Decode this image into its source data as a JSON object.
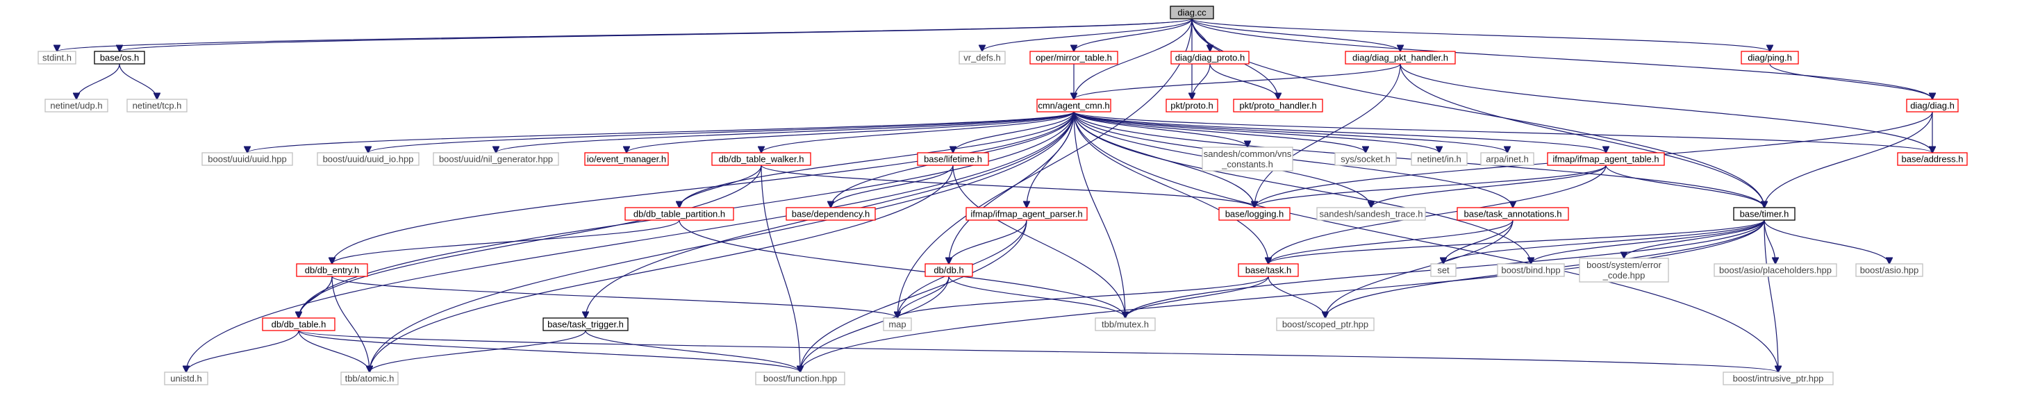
{
  "graph": {
    "nodes": [
      {
        "id": "diag_cc",
        "label": "diag.cc",
        "style": "root"
      },
      {
        "id": "stdint",
        "label": "stdint.h",
        "style": "gray"
      },
      {
        "id": "os",
        "label": "base/os.h",
        "style": "black"
      },
      {
        "id": "vr_defs",
        "label": "vr_defs.h",
        "style": "gray"
      },
      {
        "id": "mirror_table",
        "label": "oper/mirror_table.h",
        "style": "red"
      },
      {
        "id": "diag_proto",
        "label": "diag/diag_proto.h",
        "style": "red"
      },
      {
        "id": "diag_pkt_handler",
        "label": "diag/diag_pkt_handler.h",
        "style": "red"
      },
      {
        "id": "ping",
        "label": "diag/ping.h",
        "style": "red"
      },
      {
        "id": "netinet_udp",
        "label": "netinet/udp.h",
        "style": "gray"
      },
      {
        "id": "netinet_tcp",
        "label": "netinet/tcp.h",
        "style": "gray"
      },
      {
        "id": "agent_cmn",
        "label": "cmn/agent_cmn.h",
        "style": "red"
      },
      {
        "id": "pkt_proto",
        "label": "pkt/proto.h",
        "style": "red"
      },
      {
        "id": "proto_handler",
        "label": "pkt/proto_handler.h",
        "style": "red"
      },
      {
        "id": "diag_h",
        "label": "diag/diag.h",
        "style": "red"
      },
      {
        "id": "uuid",
        "label": "boost/uuid/uuid.hpp",
        "style": "gray"
      },
      {
        "id": "uuid_io",
        "label": "boost/uuid/uuid_io.hpp",
        "style": "gray"
      },
      {
        "id": "nil_gen",
        "label": "boost/uuid/nil_generator.hpp",
        "style": "gray"
      },
      {
        "id": "event_manager",
        "label": "io/event_manager.h",
        "style": "red"
      },
      {
        "id": "db_table_walker",
        "label": "db/db_table_walker.h",
        "style": "red"
      },
      {
        "id": "lifetime",
        "label": "base/lifetime.h",
        "style": "red"
      },
      {
        "id": "vns_constants",
        "label": "sandesh/common/vns\n_constants.h",
        "style": "gray"
      },
      {
        "id": "socket",
        "label": "sys/socket.h",
        "style": "gray"
      },
      {
        "id": "netinet_in",
        "label": "netinet/in.h",
        "style": "gray"
      },
      {
        "id": "arpa_inet",
        "label": "arpa/inet.h",
        "style": "gray"
      },
      {
        "id": "ifmap_agent_table",
        "label": "ifmap/ifmap_agent_table.h",
        "style": "red"
      },
      {
        "id": "address",
        "label": "base/address.h",
        "style": "red"
      },
      {
        "id": "logging",
        "label": "base/logging.h",
        "style": "red"
      },
      {
        "id": "sandesh_trace",
        "label": "sandesh/sandesh_trace.h",
        "style": "gray"
      },
      {
        "id": "timer",
        "label": "base/timer.h",
        "style": "black"
      },
      {
        "id": "db_table_partition",
        "label": "db/db_table_partition.h",
        "style": "red"
      },
      {
        "id": "dependency",
        "label": "base/dependency.h",
        "style": "red"
      },
      {
        "id": "ifmap_agent_parser",
        "label": "ifmap/ifmap_agent_parser.h",
        "style": "red"
      },
      {
        "id": "task_annotations",
        "label": "base/task_annotations.h",
        "style": "red"
      },
      {
        "id": "db_entry",
        "label": "db/db_entry.h",
        "style": "red"
      },
      {
        "id": "db_h",
        "label": "db/db.h",
        "style": "red"
      },
      {
        "id": "task",
        "label": "base/task.h",
        "style": "red"
      },
      {
        "id": "set",
        "label": "set",
        "style": "gray"
      },
      {
        "id": "bind",
        "label": "boost/bind.hpp",
        "style": "gray"
      },
      {
        "id": "error_code",
        "label": "boost/system/error\n_code.hpp",
        "style": "gray"
      },
      {
        "id": "placeholders",
        "label": "boost/asio/placeholders.hpp",
        "style": "gray"
      },
      {
        "id": "asio",
        "label": "boost/asio.hpp",
        "style": "gray"
      },
      {
        "id": "db_table",
        "label": "db/db_table.h",
        "style": "red"
      },
      {
        "id": "map",
        "label": "map",
        "style": "gray"
      },
      {
        "id": "task_trigger",
        "label": "base/task_trigger.h",
        "style": "black"
      },
      {
        "id": "tbb_mutex",
        "label": "tbb/mutex.h",
        "style": "gray"
      },
      {
        "id": "scoped_ptr",
        "label": "boost/scoped_ptr.hpp",
        "style": "gray"
      },
      {
        "id": "unistd",
        "label": "unistd.h",
        "style": "gray"
      },
      {
        "id": "tbb_atomic",
        "label": "tbb/atomic.h",
        "style": "gray"
      },
      {
        "id": "function",
        "label": "boost/function.hpp",
        "style": "gray"
      },
      {
        "id": "intrusive_ptr",
        "label": "boost/intrusive_ptr.hpp",
        "style": "gray"
      }
    ],
    "edges": [
      [
        "diag_cc",
        "stdint"
      ],
      [
        "diag_cc",
        "os"
      ],
      [
        "diag_cc",
        "vr_defs"
      ],
      [
        "diag_cc",
        "mirror_table"
      ],
      [
        "diag_cc",
        "diag_proto"
      ],
      [
        "diag_cc",
        "diag_pkt_handler"
      ],
      [
        "diag_cc",
        "ping"
      ],
      [
        "diag_cc",
        "agent_cmn"
      ],
      [
        "diag_cc",
        "pkt_proto"
      ],
      [
        "diag_cc",
        "proto_handler"
      ],
      [
        "diag_cc",
        "diag_h"
      ],
      [
        "diag_cc",
        "timer"
      ],
      [
        "diag_cc",
        "map"
      ],
      [
        "os",
        "netinet_udp"
      ],
      [
        "os",
        "netinet_tcp"
      ],
      [
        "mirror_table",
        "agent_cmn"
      ],
      [
        "diag_proto",
        "pkt_proto"
      ],
      [
        "diag_proto",
        "proto_handler"
      ],
      [
        "diag_pkt_handler",
        "agent_cmn"
      ],
      [
        "diag_pkt_handler",
        "address"
      ],
      [
        "diag_pkt_handler",
        "logging"
      ],
      [
        "diag_pkt_handler",
        "timer"
      ],
      [
        "ping",
        "diag_h"
      ],
      [
        "diag_h",
        "address"
      ],
      [
        "diag_h",
        "timer"
      ],
      [
        "diag_h",
        "logging"
      ],
      [
        "agent_cmn",
        "unistd"
      ],
      [
        "agent_cmn",
        "tbb_atomic"
      ],
      [
        "agent_cmn",
        "uuid"
      ],
      [
        "agent_cmn",
        "uuid_io"
      ],
      [
        "agent_cmn",
        "nil_gen"
      ],
      [
        "agent_cmn",
        "event_manager"
      ],
      [
        "agent_cmn",
        "db_table_walker"
      ],
      [
        "agent_cmn",
        "lifetime"
      ],
      [
        "agent_cmn",
        "vns_constants"
      ],
      [
        "agent_cmn",
        "socket"
      ],
      [
        "agent_cmn",
        "netinet_in"
      ],
      [
        "agent_cmn",
        "arpa_inet"
      ],
      [
        "agent_cmn",
        "ifmap_agent_table"
      ],
      [
        "agent_cmn",
        "address"
      ],
      [
        "agent_cmn",
        "logging"
      ],
      [
        "agent_cmn",
        "sandesh_trace"
      ],
      [
        "agent_cmn",
        "db_table_partition"
      ],
      [
        "agent_cmn",
        "dependency"
      ],
      [
        "agent_cmn",
        "ifmap_agent_parser"
      ],
      [
        "agent_cmn",
        "task_annotations"
      ],
      [
        "agent_cmn",
        "db_entry"
      ],
      [
        "agent_cmn",
        "db_h"
      ],
      [
        "agent_cmn",
        "task"
      ],
      [
        "agent_cmn",
        "tbb_mutex"
      ],
      [
        "agent_cmn",
        "bind"
      ],
      [
        "agent_cmn",
        "db_table"
      ],
      [
        "agent_cmn",
        "task_trigger"
      ],
      [
        "agent_cmn",
        "timer"
      ],
      [
        "agent_cmn",
        "intrusive_ptr"
      ],
      [
        "db_table_walker",
        "db_table_partition"
      ],
      [
        "db_table_walker",
        "db_table"
      ],
      [
        "db_table_walker",
        "logging"
      ],
      [
        "db_table_walker",
        "function"
      ],
      [
        "lifetime",
        "dependency"
      ],
      [
        "lifetime",
        "tbb_mutex"
      ],
      [
        "lifetime",
        "tbb_atomic"
      ],
      [
        "ifmap_agent_table",
        "logging"
      ],
      [
        "ifmap_agent_table",
        "sandesh_trace"
      ],
      [
        "ifmap_agent_table",
        "timer"
      ],
      [
        "ifmap_agent_table",
        "task"
      ],
      [
        "db_table_partition",
        "db_entry"
      ],
      [
        "db_table_partition",
        "tbb_mutex"
      ],
      [
        "ifmap_agent_parser",
        "db_h"
      ],
      [
        "ifmap_agent_parser",
        "map"
      ],
      [
        "ifmap_agent_parser",
        "function"
      ],
      [
        "task_annotations",
        "task"
      ],
      [
        "task_annotations",
        "set"
      ],
      [
        "task_annotations",
        "scoped_ptr"
      ],
      [
        "db_entry",
        "db_table"
      ],
      [
        "db_entry",
        "map"
      ],
      [
        "db_entry",
        "tbb_atomic"
      ],
      [
        "db_h",
        "map"
      ],
      [
        "db_h",
        "tbb_mutex"
      ],
      [
        "db_h",
        "function"
      ],
      [
        "timer",
        "task"
      ],
      [
        "timer",
        "set"
      ],
      [
        "timer",
        "bind"
      ],
      [
        "timer",
        "error_code"
      ],
      [
        "timer",
        "placeholders"
      ],
      [
        "timer",
        "asio"
      ],
      [
        "timer",
        "tbb_mutex"
      ],
      [
        "timer",
        "scoped_ptr"
      ],
      [
        "timer",
        "function"
      ],
      [
        "timer",
        "intrusive_ptr"
      ],
      [
        "task",
        "map"
      ],
      [
        "task",
        "tbb_mutex"
      ],
      [
        "task",
        "scoped_ptr"
      ],
      [
        "db_table",
        "unistd"
      ],
      [
        "db_table",
        "tbb_atomic"
      ],
      [
        "db_table",
        "function"
      ],
      [
        "db_table",
        "intrusive_ptr"
      ],
      [
        "task_trigger",
        "tbb_atomic"
      ],
      [
        "task_trigger",
        "function"
      ]
    ]
  }
}
